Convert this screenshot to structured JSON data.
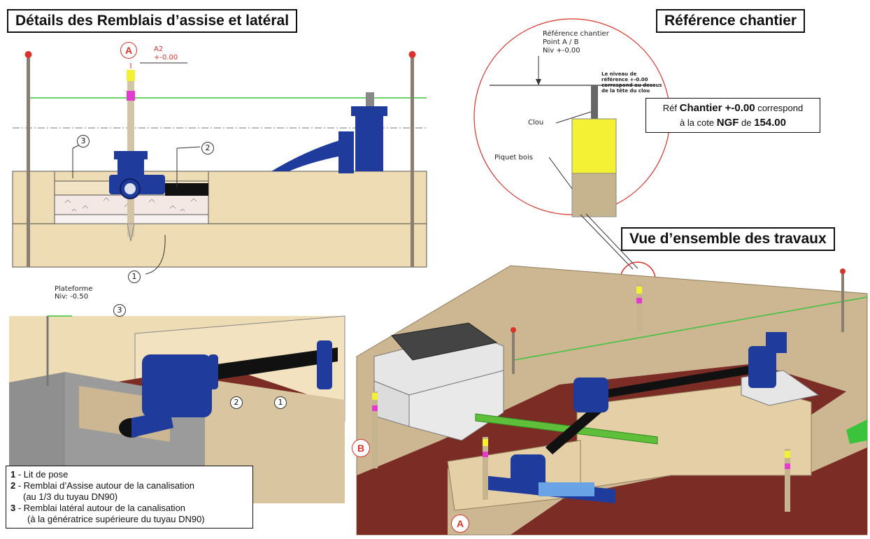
{
  "titles": {
    "details": "Détails des Remblais d’assise et latéral",
    "reference": "Référence chantier",
    "overview": "Vue d’ensemble des travaux"
  },
  "section_top_left": {
    "marker_a": "A",
    "a2_line1": "A2",
    "a2_line2": "+-0.00",
    "callouts": [
      "3",
      "2",
      "1"
    ]
  },
  "section_bottom_left": {
    "plateforme_line1": "Plateforme",
    "plateforme_line2": "Niv: -0.50",
    "callouts": [
      "3",
      "2",
      "1"
    ]
  },
  "reference_detail": {
    "line1": "Référence chantier",
    "line2": "Point A / B",
    "line3": "Niv +-0.00",
    "note_line1": "Le niveau de",
    "note_line2": "référence +-0.00",
    "note_line3": "correspond au dessus",
    "note_line4": "de la tête du clou",
    "clou": "Clou",
    "piquet": "Piquet bois"
  },
  "ref_note": {
    "pre1": "Réf ",
    "bold1": "Chantier +-0.00",
    "post1": " correspond",
    "pre2": "à la cote ",
    "bold2": "NGF",
    "mid2": " de ",
    "bold3": "154.00"
  },
  "legend": [
    {
      "num": "1",
      "text": " - Lit de pose"
    },
    {
      "num": "2",
      "text": " - Remblai d’Assise autour de la canalisation"
    },
    {
      "num": "",
      "text": "(au 1/3 du tuyau DN90)"
    },
    {
      "num": "3",
      "text": " - Remblai latéral autour de la canalisation"
    },
    {
      "num": "",
      "text": "(à la génératrice supérieure du tuyau DN90)"
    }
  ],
  "overview_markers": {
    "b": "B",
    "a": "A"
  },
  "colors": {
    "sand": "#eedcb4",
    "soil": "#cdb792",
    "pipe_blue": "#1f3c9c",
    "pipe_black": "#111111",
    "red_marker": "#d8342b",
    "green_line": "#3cc33c",
    "stake_yellow": "#f4f033",
    "stake_magenta": "#e33ad0",
    "concrete": "#e6e6e6"
  }
}
